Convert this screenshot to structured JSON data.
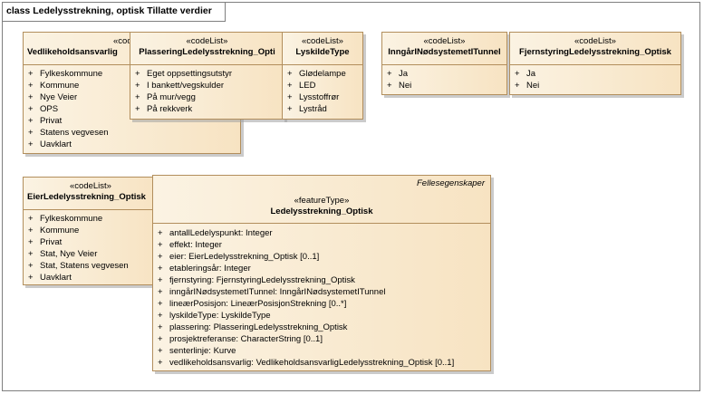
{
  "diagram": {
    "frame_title": "class Ledelysstrekning, optisk Tillatte verdier"
  },
  "classes": {
    "vedlikehold": {
      "stereotype": "«cod",
      "name": "Vedlikeholdsansvarlig",
      "attributes": [
        "Fylkeskommune",
        "Kommune",
        "Nye Veier",
        "OPS",
        "Privat",
        "Statens vegvesen",
        "Uavklart"
      ]
    },
    "plassering": {
      "stereotype": "«codeList»",
      "name": "PlasseringLedelysstrekning_Opti",
      "attributes": [
        "Eget oppsettingsutstyr",
        "I bankett/vegskulder",
        "På mur/vegg",
        "På rekkverk"
      ]
    },
    "lyskilde": {
      "stereotype": "«codeList»",
      "name": "LyskildeType",
      "attributes": [
        "Glødelampe",
        "LED",
        "Lysstoffrør",
        "Lystråd"
      ]
    },
    "inngaar": {
      "stereotype": "«codeList»",
      "name": "InngårINødsystemetITunnel",
      "attributes": [
        "Ja",
        "Nei"
      ]
    },
    "fjernstyring": {
      "stereotype": "«codeList»",
      "name": "FjernstyringLedelysstrekning_Optisk",
      "attributes": [
        "Ja",
        "Nei"
      ]
    },
    "eier": {
      "stereotype": "«codeList»",
      "name": "EierLedelysstrekning_Optisk",
      "attributes": [
        "Fylkeskommune",
        "Kommune",
        "Privat",
        "Stat, Nye Veier",
        "Stat, Statens vegvesen",
        "Uavklart"
      ]
    },
    "ledelys": {
      "tag": "Fellesegenskaper",
      "stereotype": "«featureType»",
      "name": "Ledelysstrekning_Optisk",
      "attributes": [
        "antallLedelyspunkt: Integer",
        "effekt: Integer",
        "eier: EierLedelysstrekning_Optisk [0..1]",
        "etableringsår: Integer",
        "fjernstyring: FjernstyringLedelysstrekning_Optisk",
        "inngårINødsystemetITunnel: InngårINødsystemetITunnel",
        "lineærPosisjon: LineærPosisjonStrekning [0..*]",
        "lyskildeType: LyskildeType",
        "plassering: PlasseringLedelysstrekning_Optisk",
        "prosjektreferanse: CharacterString [0..1]",
        "senterlinje: Kurve",
        "vedlikeholdsansvarlig: VedlikeholdsansvarligLedelysstrekning_Optisk [0..1]"
      ]
    }
  }
}
